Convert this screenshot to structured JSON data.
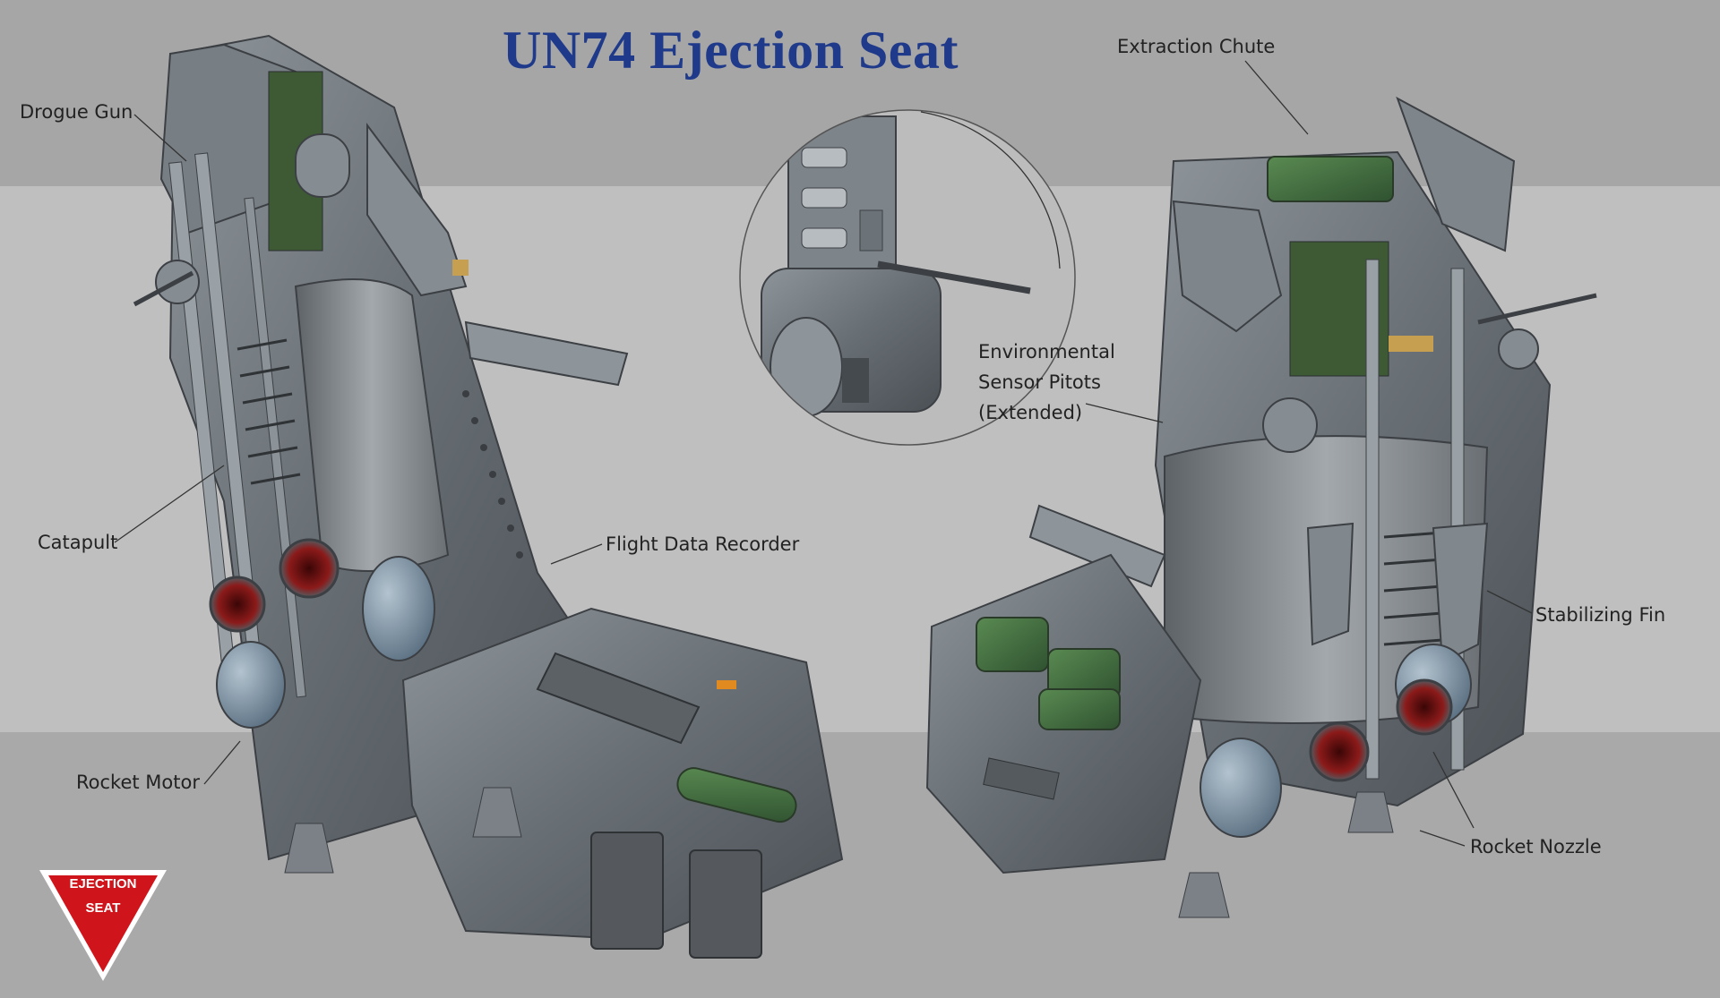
{
  "title": "UN74 Ejection Seat",
  "labels": {
    "drogue_gun": "Drogue Gun",
    "catapult": "Catapult",
    "rocket_motor": "Rocket Motor",
    "flight_data_recorder": "Flight Data Recorder",
    "extraction_chute": "Extraction Chute",
    "env_line1": "Environmental",
    "env_line2": "Sensor Pitots",
    "env_line3": "(Extended)",
    "stabilizing_fin": "Stabilizing Fin",
    "rocket_nozzle": "Rocket Nozzle"
  },
  "logo": {
    "line1": "EJECTION",
    "line2": "SEAT"
  },
  "colors": {
    "title": "#1f3a8a",
    "metal": "#6f767c",
    "metal_dark": "#4d5257",
    "metal_light": "#9aa1a6",
    "cushion": "#3f6b3a",
    "tank": "#7f95a8",
    "nozzle": "#7a1414",
    "logo_red": "#d0141b"
  }
}
